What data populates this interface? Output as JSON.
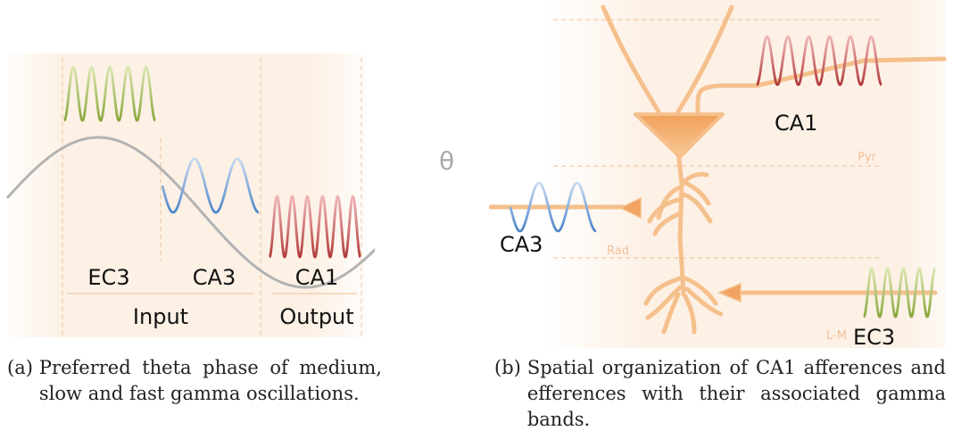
{
  "panel_a": {
    "labels": {
      "theta": "θ",
      "ec3": "EC3",
      "ca3": "CA3",
      "ca1": "CA1",
      "input": "Input",
      "output": "Output"
    },
    "caption_tag": "(a)",
    "caption_text": "Preferred theta phase of medium, slow and fast gamma oscillations."
  },
  "panel_b": {
    "labels": {
      "ca1": "CA1",
      "ca3": "CA3",
      "ec3": "EC3",
      "pyr": "Pyr",
      "rad": "Rad",
      "lm": "L-M"
    },
    "caption_tag": "(b)",
    "caption_text": "Spatial organization of CA1 afferences and efferences with their associated gamma bands."
  },
  "colors": {
    "ec3_wave": "#9bb84a",
    "ca3_wave": "#5b8fcf",
    "ca1_wave": "#c24a4a",
    "theta_wave": "#b3b3b3",
    "neuron": "#f5c08c",
    "soma": "#f2a360",
    "background": "#fdf1e6",
    "guide": "#f2c9a5"
  }
}
